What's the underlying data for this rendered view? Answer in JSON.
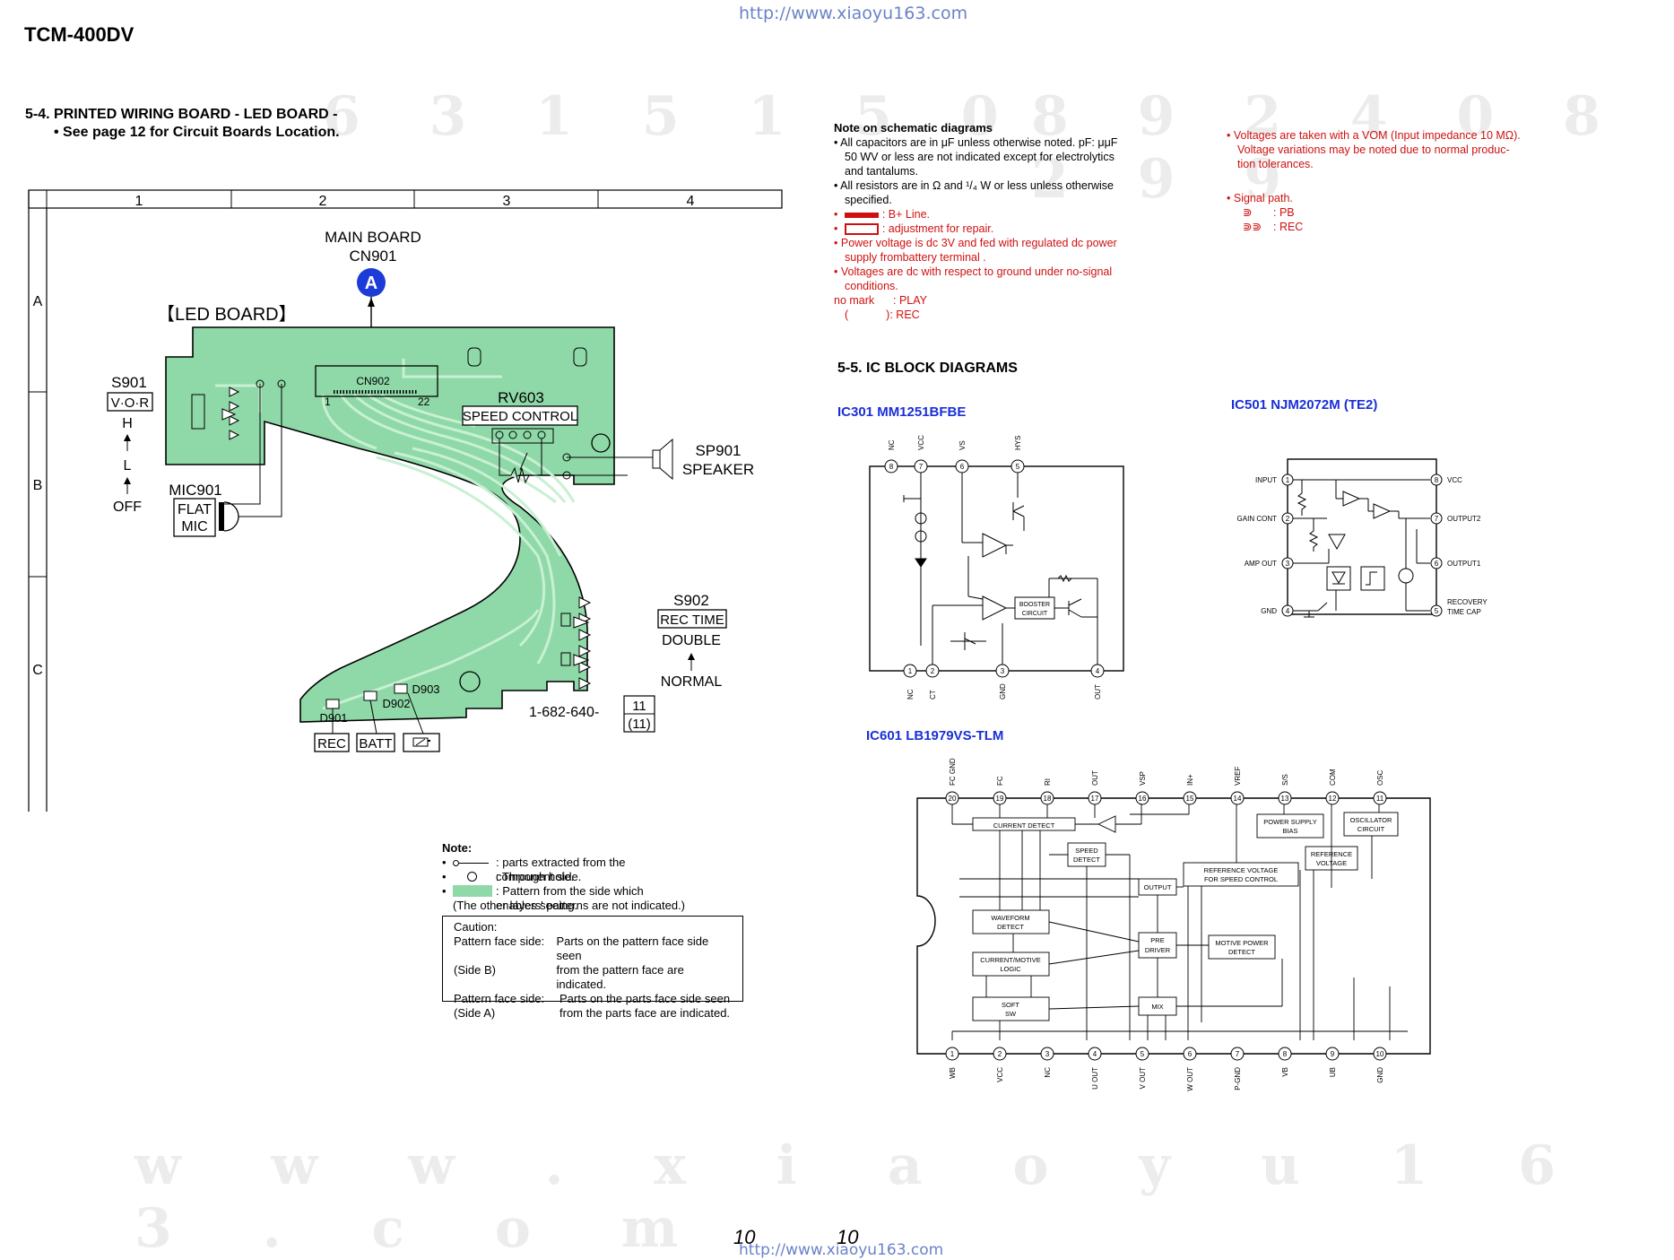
{
  "header": {
    "model": "TCM-400DV",
    "url_top": "http://www.xiaoyu163.com",
    "url_bottom": "http://www.xiaoyu163.com"
  },
  "section_54": {
    "title": "5-4. PRINTED WIRING BOARD - LED BOARD -",
    "subtitle": "• See page 12 for Circuit Boards Location."
  },
  "grid": {
    "columns": [
      "1",
      "2",
      "3",
      "4"
    ],
    "rows": [
      "A",
      "B",
      "C"
    ]
  },
  "board": {
    "main_board": "MAIN BOARD",
    "cn901": "CN901",
    "connector_marker": "A",
    "led_board": "【LED BOARD】",
    "cn902": "CN902",
    "pin1": "1",
    "pin22": "22",
    "rv603": "RV603",
    "speed_control": "SPEED CONTROL",
    "sp901": "SP901",
    "speaker": "SPEAKER",
    "s901": "S901",
    "vor": "V·O·R",
    "h": "H",
    "l": "L",
    "off": "OFF",
    "mic901": "MIC901",
    "flat": "FLAT",
    "mic": "MIC",
    "s902": "S902",
    "rec_time": "REC TIME",
    "double": "DOUBLE",
    "normal": "NORMAL",
    "d901": "D901",
    "d902": "D902",
    "d903": "D903",
    "rec": "REC",
    "batt": "BATT",
    "part_no": "1-682-640-",
    "rev1": "11",
    "rev2": "(11)",
    "board_color": "#8fd9a8"
  },
  "note_board": {
    "title": "Note:",
    "items": [
      ": parts extracted from the component side.",
      ": Through hole.",
      ": Pattern from the side which enables seeing.",
      "(The other layers' patterns are not indicated.)"
    ],
    "caution_title": "Caution:",
    "caution": [
      [
        "Pattern face side:",
        "Parts on the pattern face side seen"
      ],
      [
        "(Side B)",
        "from the pattern face are indicated."
      ],
      [
        "Pattern face side:",
        "Parts on the parts face side seen"
      ],
      [
        "(Side A)",
        "from the parts face are indicated."
      ]
    ]
  },
  "schematic_notes": {
    "title": "Note on schematic diagrams",
    "black": [
      "All capacitors are in μF unless otherwise noted.  pF: μμF",
      "50 WV or less are not indicated except for electrolytics",
      "and tantalums.",
      "All resistors are in Ω and ¹/₄ W or less unless otherwise",
      "specified."
    ],
    "red": [
      ": B+ Line.",
      ": adjustment for repair.",
      "Power voltage is dc 3V and fed with regulated dc power",
      "supply frombattery terminal .",
      "Voltages are dc with respect to ground under no-signal",
      "conditions.",
      "no mark",
      ": PLAY",
      ": REC"
    ],
    "right": [
      "Voltages are taken with a VOM (Input impedance 10 MΩ).",
      "Voltage variations may be noted due to normal produc-",
      "tion tolerances.",
      "Signal path.",
      ": PB",
      ": REC"
    ]
  },
  "section_55": {
    "title": "5-5. IC BLOCK DIAGRAMS",
    "ic301": {
      "title": "IC301  MM1251BFBE",
      "top_pins": [
        [
          "8",
          "NC"
        ],
        [
          "7",
          "VCC"
        ],
        [
          "6",
          "VS"
        ],
        [
          "5",
          "HYS"
        ]
      ],
      "bottom_pins": [
        [
          "1",
          "NC"
        ],
        [
          "2",
          "CT"
        ],
        [
          "3",
          "GND"
        ],
        [
          "4",
          "OUT"
        ]
      ],
      "block": "BOOSTER CIRCUIT"
    },
    "ic501": {
      "title": "IC501  NJM2072M (TE2)",
      "left_pins": [
        [
          "1",
          "INPUT"
        ],
        [
          "2",
          "GAIN CONT"
        ],
        [
          "3",
          "AMP OUT"
        ],
        [
          "4",
          "GND"
        ]
      ],
      "right_pins": [
        [
          "8",
          "VCC"
        ],
        [
          "7",
          "OUTPUT2"
        ],
        [
          "6",
          "OUTPUT1"
        ],
        [
          "5",
          "RECOVERY TIME CAP"
        ]
      ]
    },
    "ic601": {
      "title": "IC601  LB1979VS-TLM",
      "top_pins": [
        [
          "20",
          "FC GND"
        ],
        [
          "19",
          "FC"
        ],
        [
          "18",
          "RI"
        ],
        [
          "17",
          "OUT"
        ],
        [
          "16",
          "VSP"
        ],
        [
          "15",
          "IN+"
        ],
        [
          "14",
          "VREF"
        ],
        [
          "13",
          "S/S"
        ],
        [
          "12",
          "COM"
        ],
        [
          "11",
          "OSC"
        ]
      ],
      "bottom_pins": [
        [
          "1",
          "WB"
        ],
        [
          "2",
          "VCC"
        ],
        [
          "3",
          "NC"
        ],
        [
          "4",
          "U OUT"
        ],
        [
          "5",
          "V OUT"
        ],
        [
          "6",
          "W OUT"
        ],
        [
          "7",
          "P-GND"
        ],
        [
          "8",
          "VB"
        ],
        [
          "9",
          "UB"
        ],
        [
          "10",
          "GND"
        ]
      ],
      "blocks": [
        "CURRENT DETECT",
        "SPEED DETECT",
        "POWER SUPPLY BIAS",
        "OSCILLATOR CIRCUIT",
        "REFERENCE VOLTAGE",
        "REFERENCE VOLTAGE FOR SPEED CONTROL",
        "OUTPUT",
        "WAVEFORM DETECT",
        "PRE DRIVER",
        "MOTIVE POWER DETECT",
        "CURRENT/MOTIVE LOGIC",
        "SOFT SW",
        "MIX"
      ]
    }
  },
  "pages": {
    "left": "10",
    "right": "10"
  }
}
